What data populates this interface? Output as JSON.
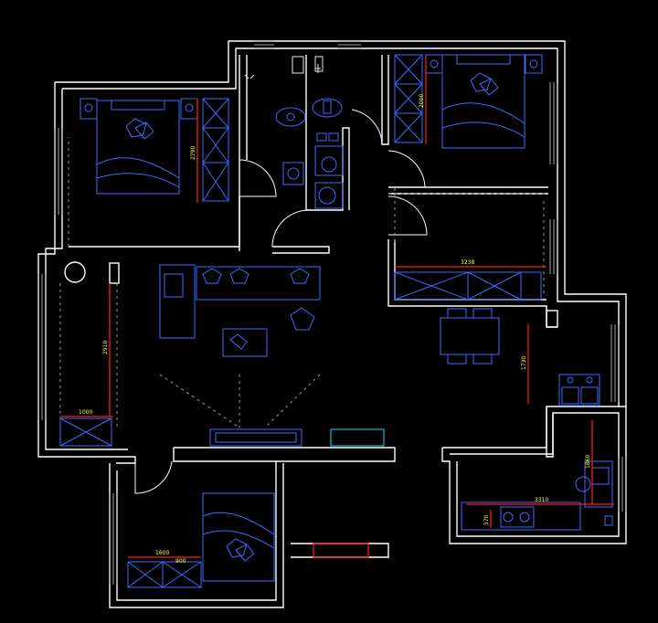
{
  "colors": {
    "background": "#000000",
    "walls": "#ffffff",
    "furniture": "#3b6bff",
    "fixtures": "#00e5ff",
    "dimension_lines": "#ff1a1a",
    "dimension_text": "#ffff33"
  },
  "dimensions": {
    "bedroom_left_wardrobe": "2790",
    "bedroom_right_wardrobe": "2000",
    "right_cabinet_width": "3238",
    "living_height": "2910",
    "living_cabinet_width": "1000",
    "dining_height": "1730",
    "kitchen_height": "1860",
    "kitchen_counter_width": "3310",
    "kitchen_small": "570",
    "bottom_bedroom_width": "1600",
    "bottom_bedroom_cabinet": "900"
  }
}
